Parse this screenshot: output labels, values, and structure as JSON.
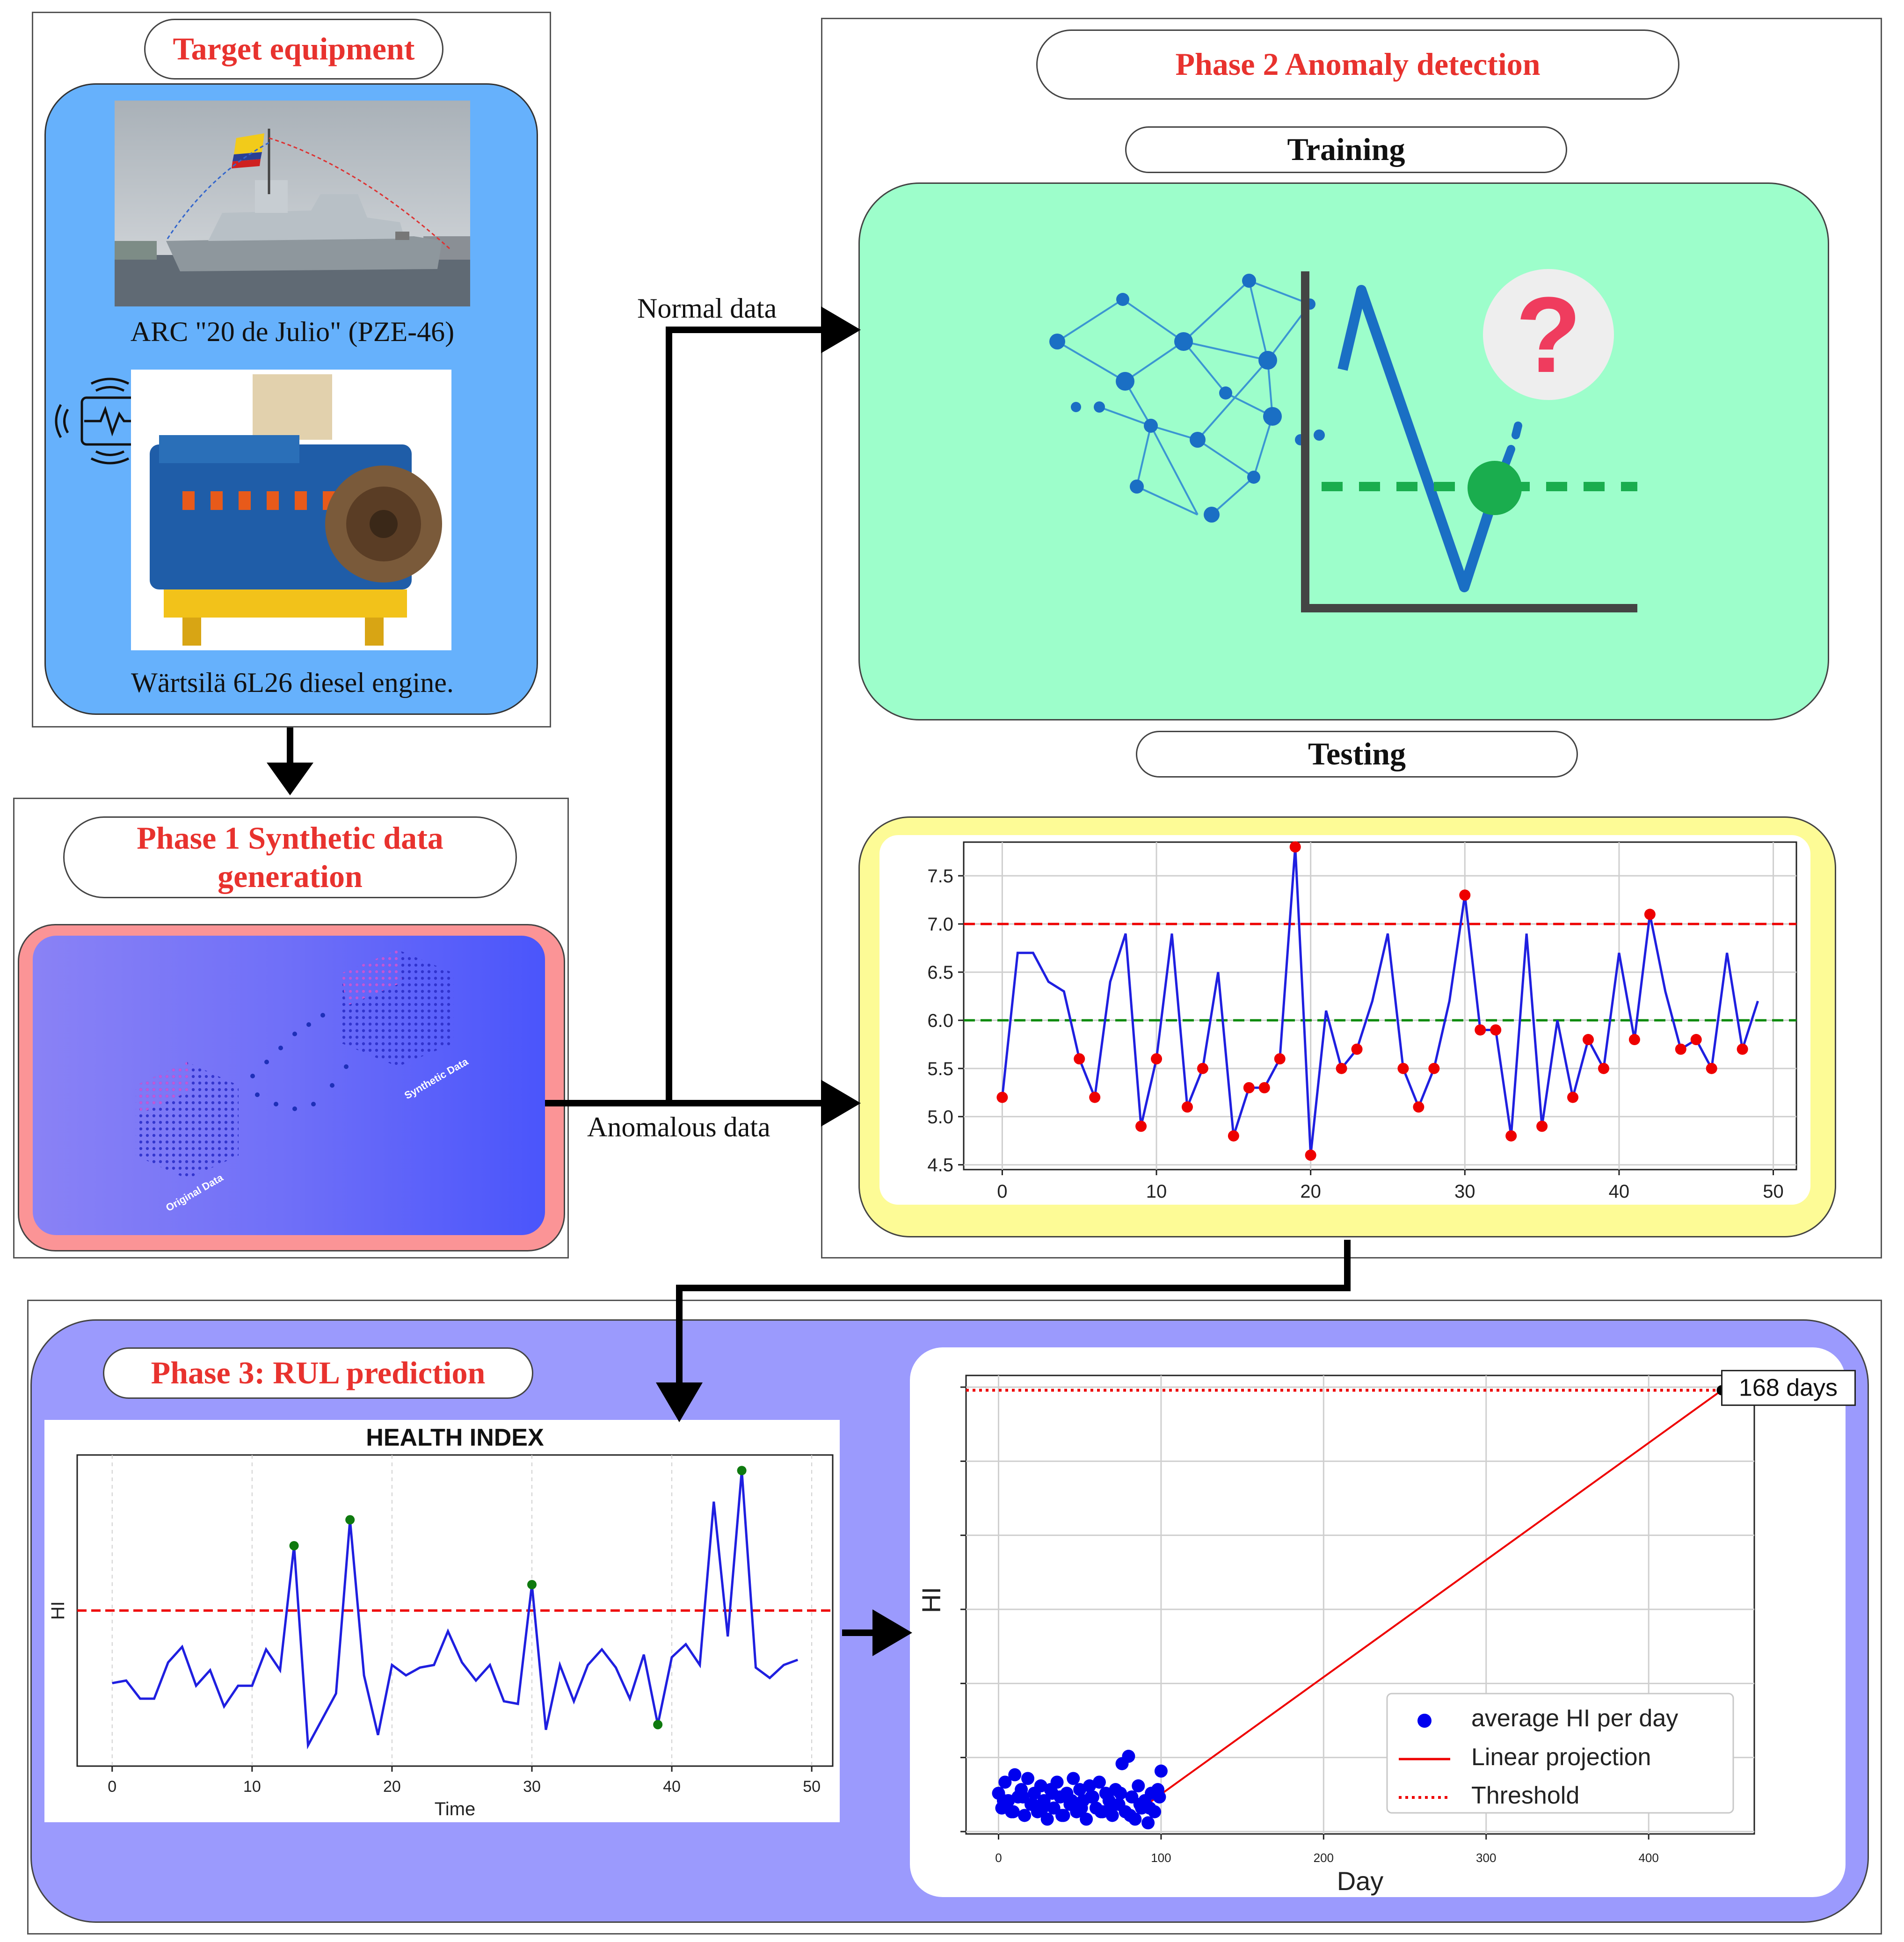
{
  "target": {
    "title": "Target equipment",
    "ship_caption": "ARC \"20 de Julio\" (PZE-46)",
    "engine_caption": "Wärtsilä 6L26 diesel engine."
  },
  "phase1": {
    "title": "Phase 1  Synthetic data generation",
    "label_original": "Original Data",
    "label_synthetic": "Synthetic Data"
  },
  "phase2": {
    "title": "Phase 2  Anomaly detection",
    "training": "Training",
    "testing": "Testing",
    "question_mark": "?"
  },
  "phase3": {
    "title": "Phase 3: RUL prediction"
  },
  "flow": {
    "normal": "Normal data",
    "anomalous": "Anomalous data"
  },
  "colors": {
    "phase_title": "#e8322e",
    "target_bg": "#66b1fc",
    "training_bg": "#9dfecb",
    "testing_border": "#fdfb96",
    "phase1_border": "#fb9496",
    "phase3_bg": "#9b9afd",
    "series_blue": "#1f1fe0",
    "anomaly_red": "#ee0000",
    "peak_green": "#0f7a0f"
  },
  "chart_data": [
    {
      "type": "line",
      "title": "",
      "xlabel": "",
      "ylabel": "",
      "xlim": [
        -2.5,
        51.5
      ],
      "ylim": [
        4.45,
        7.85
      ],
      "xticks": [
        0,
        10,
        20,
        30,
        40,
        50
      ],
      "yticks": [
        4.5,
        5.0,
        5.5,
        6.0,
        6.5,
        7.0,
        7.5
      ],
      "ytick_labels": [
        "4.5",
        "5.0",
        "5.5",
        "6.0",
        "6.5",
        "7.0",
        "7.5"
      ],
      "upper_threshold": 7.0,
      "mean_line": 6.0,
      "grid": true,
      "x": [
        0,
        1,
        2,
        3,
        4,
        5,
        6,
        7,
        8,
        9,
        10,
        11,
        12,
        13,
        14,
        15,
        16,
        17,
        18,
        19,
        20,
        21,
        22,
        23,
        24,
        25,
        26,
        27,
        28,
        29,
        30,
        31,
        32,
        33,
        34,
        35,
        36,
        37,
        38,
        39,
        40,
        41,
        42,
        43,
        44,
        45,
        46,
        47,
        48,
        49
      ],
      "values": [
        5.2,
        6.7,
        6.7,
        6.4,
        6.3,
        5.6,
        5.2,
        6.4,
        6.9,
        4.9,
        5.6,
        6.9,
        5.1,
        5.5,
        6.5,
        4.8,
        5.3,
        5.3,
        5.6,
        7.8,
        4.6,
        6.1,
        5.5,
        5.7,
        6.2,
        6.9,
        5.5,
        5.1,
        5.5,
        6.2,
        7.3,
        5.9,
        5.9,
        4.8,
        6.9,
        4.9,
        6.0,
        5.2,
        5.8,
        5.5,
        6.7,
        5.8,
        7.1,
        6.3,
        5.7,
        5.8,
        5.5,
        6.7,
        5.7,
        6.2
      ],
      "anomaly_indices": [
        0,
        5,
        6,
        9,
        10,
        12,
        13,
        15,
        16,
        17,
        18,
        19,
        20,
        22,
        23,
        26,
        27,
        28,
        30,
        31,
        32,
        33,
        35,
        37,
        38,
        39,
        41,
        42,
        44,
        45,
        46,
        48
      ]
    },
    {
      "type": "line",
      "title": "HEALTH INDEX",
      "xlabel": "Time",
      "ylabel": "HI",
      "xlim": [
        -2.5,
        51.5
      ],
      "ylim": [
        0.0,
        6.0
      ],
      "xticks": [
        0,
        10,
        20,
        30,
        40,
        50
      ],
      "threshold": 3.0,
      "grid": true,
      "x": [
        0,
        1,
        2,
        3,
        4,
        5,
        6,
        7,
        8,
        9,
        10,
        11,
        12,
        13,
        14,
        15,
        16,
        17,
        18,
        19,
        20,
        21,
        22,
        23,
        24,
        25,
        26,
        27,
        28,
        29,
        30,
        31,
        32,
        33,
        34,
        35,
        36,
        37,
        38,
        39,
        40,
        41,
        42,
        43,
        44,
        45,
        46,
        47,
        48,
        49
      ],
      "values": [
        1.6,
        1.65,
        1.3,
        1.3,
        2.0,
        2.3,
        1.55,
        1.85,
        1.15,
        1.55,
        1.55,
        2.25,
        1.85,
        4.25,
        0.4,
        0.9,
        1.4,
        4.75,
        1.75,
        0.6,
        1.95,
        1.75,
        1.9,
        1.95,
        2.6,
        2.0,
        1.65,
        1.95,
        1.25,
        1.2,
        3.5,
        0.7,
        1.95,
        1.25,
        1.95,
        2.25,
        1.9,
        1.3,
        2.15,
        0.8,
        2.1,
        2.35,
        1.95,
        5.1,
        2.5,
        5.7,
        1.9,
        1.7,
        1.95,
        2.05
      ],
      "peak_indices": [
        13,
        17,
        30,
        39,
        45
      ]
    },
    {
      "type": "scatter",
      "title": "",
      "xlabel": "Day",
      "ylabel": "HI",
      "xlim": [
        -20,
        465
      ],
      "ylim": [
        0.0,
        6.2
      ],
      "xticks": [
        0,
        100,
        200,
        300,
        400
      ],
      "threshold": 6.0,
      "annotation": "168 days",
      "projection": {
        "x": [
          85,
          445
        ],
        "y": [
          0.3,
          6.0
        ]
      },
      "series": [
        {
          "name": "average HI per day",
          "x": [
            0,
            2,
            4,
            6,
            8,
            10,
            12,
            14,
            16,
            18,
            20,
            22,
            24,
            26,
            28,
            30,
            32,
            34,
            36,
            38,
            40,
            42,
            44,
            46,
            48,
            50,
            52,
            54,
            56,
            58,
            60,
            62,
            64,
            66,
            68,
            70,
            72,
            74,
            76,
            78,
            80,
            82,
            84,
            86,
            88,
            90,
            92,
            94,
            96,
            98,
            100,
            3,
            9,
            15,
            21,
            27,
            33,
            39,
            45,
            51,
            57,
            63,
            69,
            75,
            81,
            87,
            93,
            99
          ],
          "y": [
            0.55,
            0.35,
            0.7,
            0.45,
            0.3,
            0.8,
            0.5,
            0.6,
            0.25,
            0.75,
            0.4,
            0.55,
            0.3,
            0.65,
            0.45,
            0.2,
            0.6,
            0.35,
            0.7,
            0.5,
            0.25,
            0.55,
            0.4,
            0.75,
            0.3,
            0.6,
            0.45,
            0.2,
            0.65,
            0.5,
            0.35,
            0.7,
            0.3,
            0.55,
            0.45,
            0.25,
            0.6,
            0.4,
            0.95,
            0.3,
            1.05,
            0.5,
            0.2,
            0.65,
            0.35,
            0.45,
            0.15,
            0.55,
            0.3,
            0.6,
            0.85,
            0.45,
            0.3,
            0.5,
            0.4,
            0.35,
            0.55,
            0.25,
            0.45,
            0.35,
            0.5,
            0.3,
            0.4,
            0.55,
            0.25,
            0.4,
            0.35,
            0.5
          ]
        },
        {
          "name": "Linear projection"
        },
        {
          "name": "Threshold"
        }
      ]
    }
  ]
}
